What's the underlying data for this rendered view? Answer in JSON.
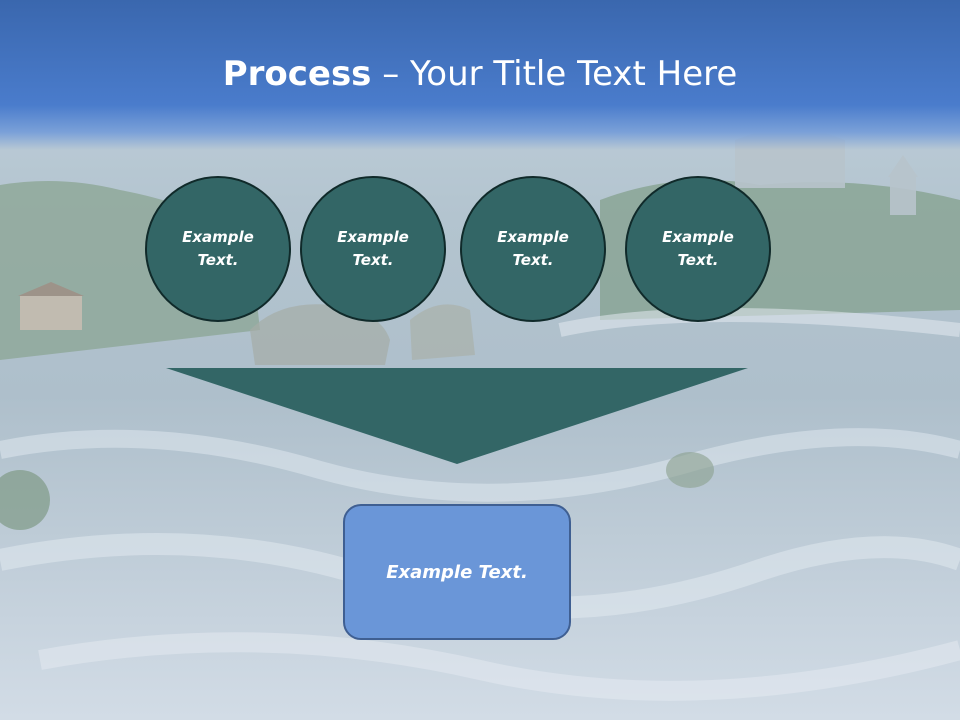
{
  "title": {
    "bold": "Process",
    "rest": " – Your Title Text Here"
  },
  "circles": [
    {
      "text": "Example Text."
    },
    {
      "text": "Example Text."
    },
    {
      "text": "Example Text."
    },
    {
      "text": "Example Text."
    }
  ],
  "result": {
    "text": "Example Text."
  },
  "colors": {
    "title_band": "#4a7ccc",
    "circle_fill": "#336666",
    "funnel_fill": "#336666",
    "result_fill": "#6a96d8"
  }
}
